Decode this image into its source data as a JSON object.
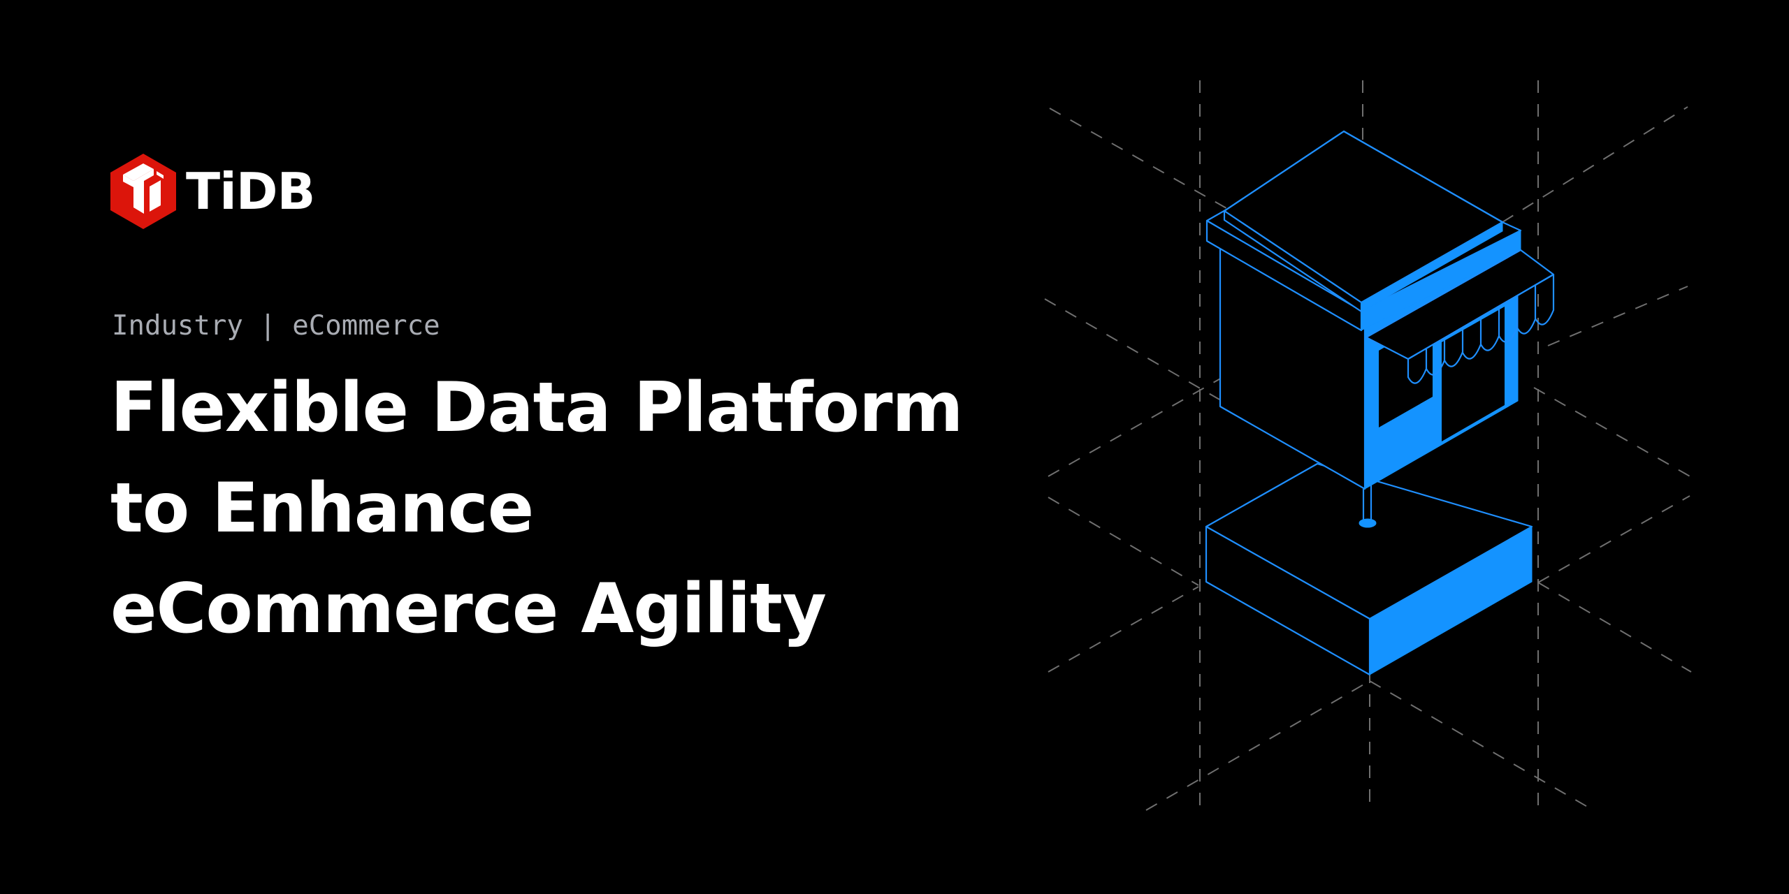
{
  "brand": {
    "logo_text": "TiDB",
    "logo_color": "#dc150b"
  },
  "eyebrow": {
    "category": "Industry",
    "separator": "|",
    "industry": "eCommerce",
    "full": "Industry | eCommerce"
  },
  "headline": {
    "lines": [
      "Flexible Data Platform",
      "to Enhance",
      "eCommerce Agility"
    ]
  },
  "illustration": {
    "subject": "isometric-storefront-icon",
    "accent_color": "#1493ff",
    "guide_color": "#6f6f6f",
    "background": "#000000"
  }
}
